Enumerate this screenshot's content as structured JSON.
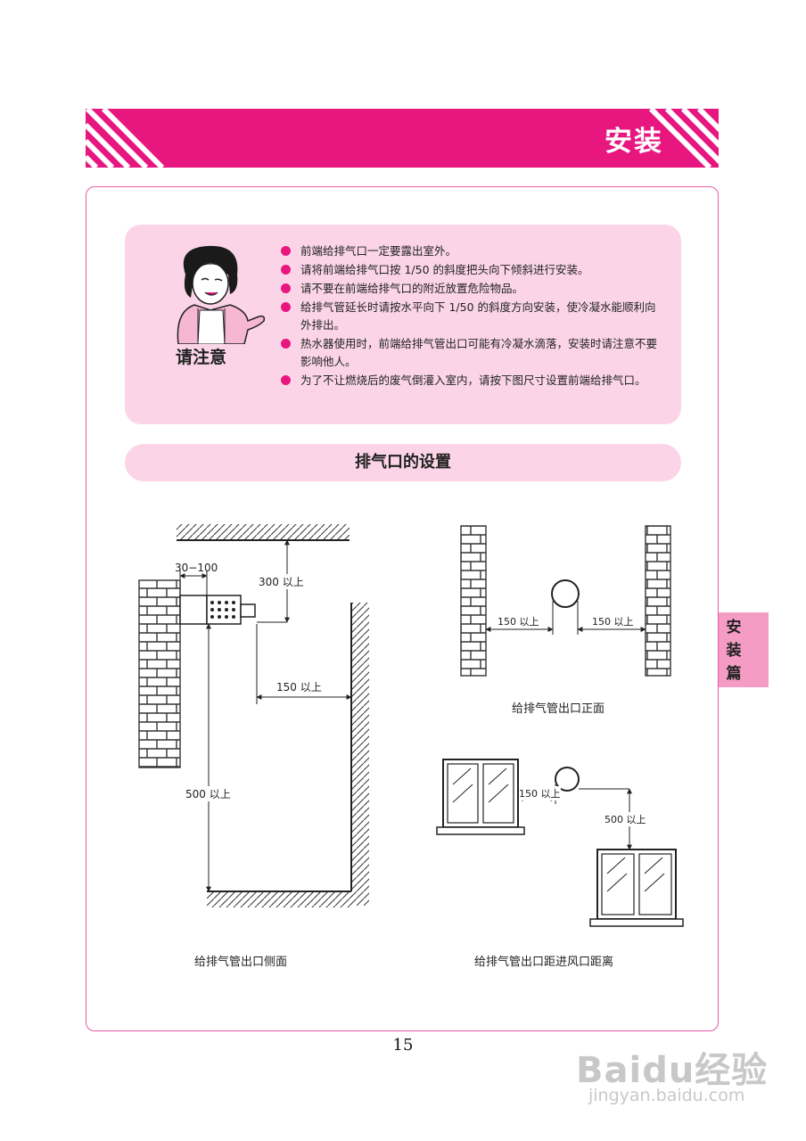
{
  "header": {
    "title": "安装"
  },
  "notice": {
    "label": "请注意",
    "items": [
      "前端给排气口一定要露出室外。",
      "请将前端给排气口按 1/50 的斜度把头向下倾斜进行安装。",
      "请不要在前端给排气口的附近放置危险物品。",
      "给排气管延长时请按水平向下 1/50 的斜度方向安装，使冷凝水能顺利向外排出。",
      "热水器使用时，前端给排气管出口可能有冷凝水滴落，安装时请注意不要影响他人。",
      "为了不让燃烧后的废气倒灌入室内，请按下图尺寸设置前端给排气口。"
    ]
  },
  "section": {
    "title": "排气口的设置"
  },
  "side_tab": {
    "text": "安装篇"
  },
  "diagram_side": {
    "dim_wall": "30−100",
    "dim_top": "300 以上",
    "dim_right": "150 以上",
    "dim_bottom": "500 以上",
    "caption": "给排气管出口侧面"
  },
  "diagram_front": {
    "dim_left": "150 以上",
    "dim_right": "150 以上",
    "caption": "给排气管出口正面"
  },
  "diagram_window": {
    "dim_side": "150 以上",
    "dim_below": "500 以上",
    "caption": "给排气管出口距进风口距离"
  },
  "page_number": "15",
  "watermark": {
    "brand": "Baidu经验",
    "url": "jingyan.baidu.com"
  },
  "colors": {
    "accent": "#e8167f",
    "panel": "#fbd5e7",
    "tab": "#f59cc5"
  }
}
